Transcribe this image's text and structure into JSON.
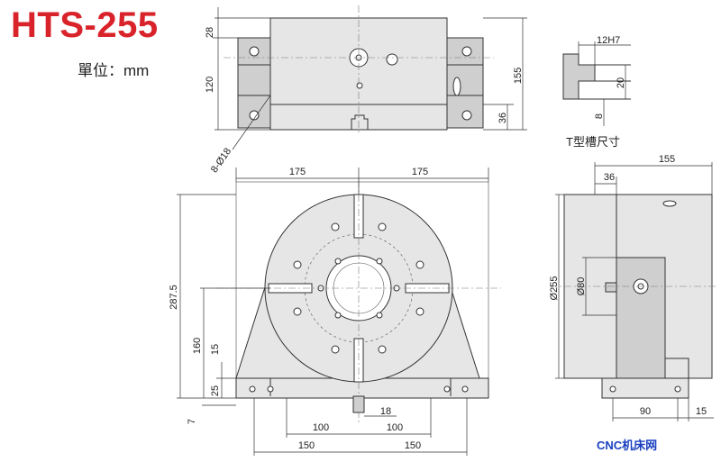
{
  "title": "HTS-255",
  "unit_label": "單位：mm",
  "watermark": "CNC机床网",
  "tslot_caption": "T型槽尺寸",
  "dimensions": {
    "d28": "28",
    "d120": "120",
    "d155_top": "155",
    "d36_top": "36",
    "d_holes": "8-Ø18",
    "d12h7": "12H7",
    "d20": "20",
    "d8": "8",
    "d175_left": "175",
    "d175_right": "175",
    "d287_5": "287.5",
    "d160": "160",
    "d15_left": "15",
    "d25": "25",
    "d7": "7",
    "d100_left": "100",
    "d18": "18",
    "d100_right": "100",
    "d150_left": "150",
    "d150_right": "150",
    "d155_side": "155",
    "d36_side": "36",
    "d255": "Ø255",
    "d80": "Ø80",
    "d90": "90",
    "d15_right": "15"
  }
}
